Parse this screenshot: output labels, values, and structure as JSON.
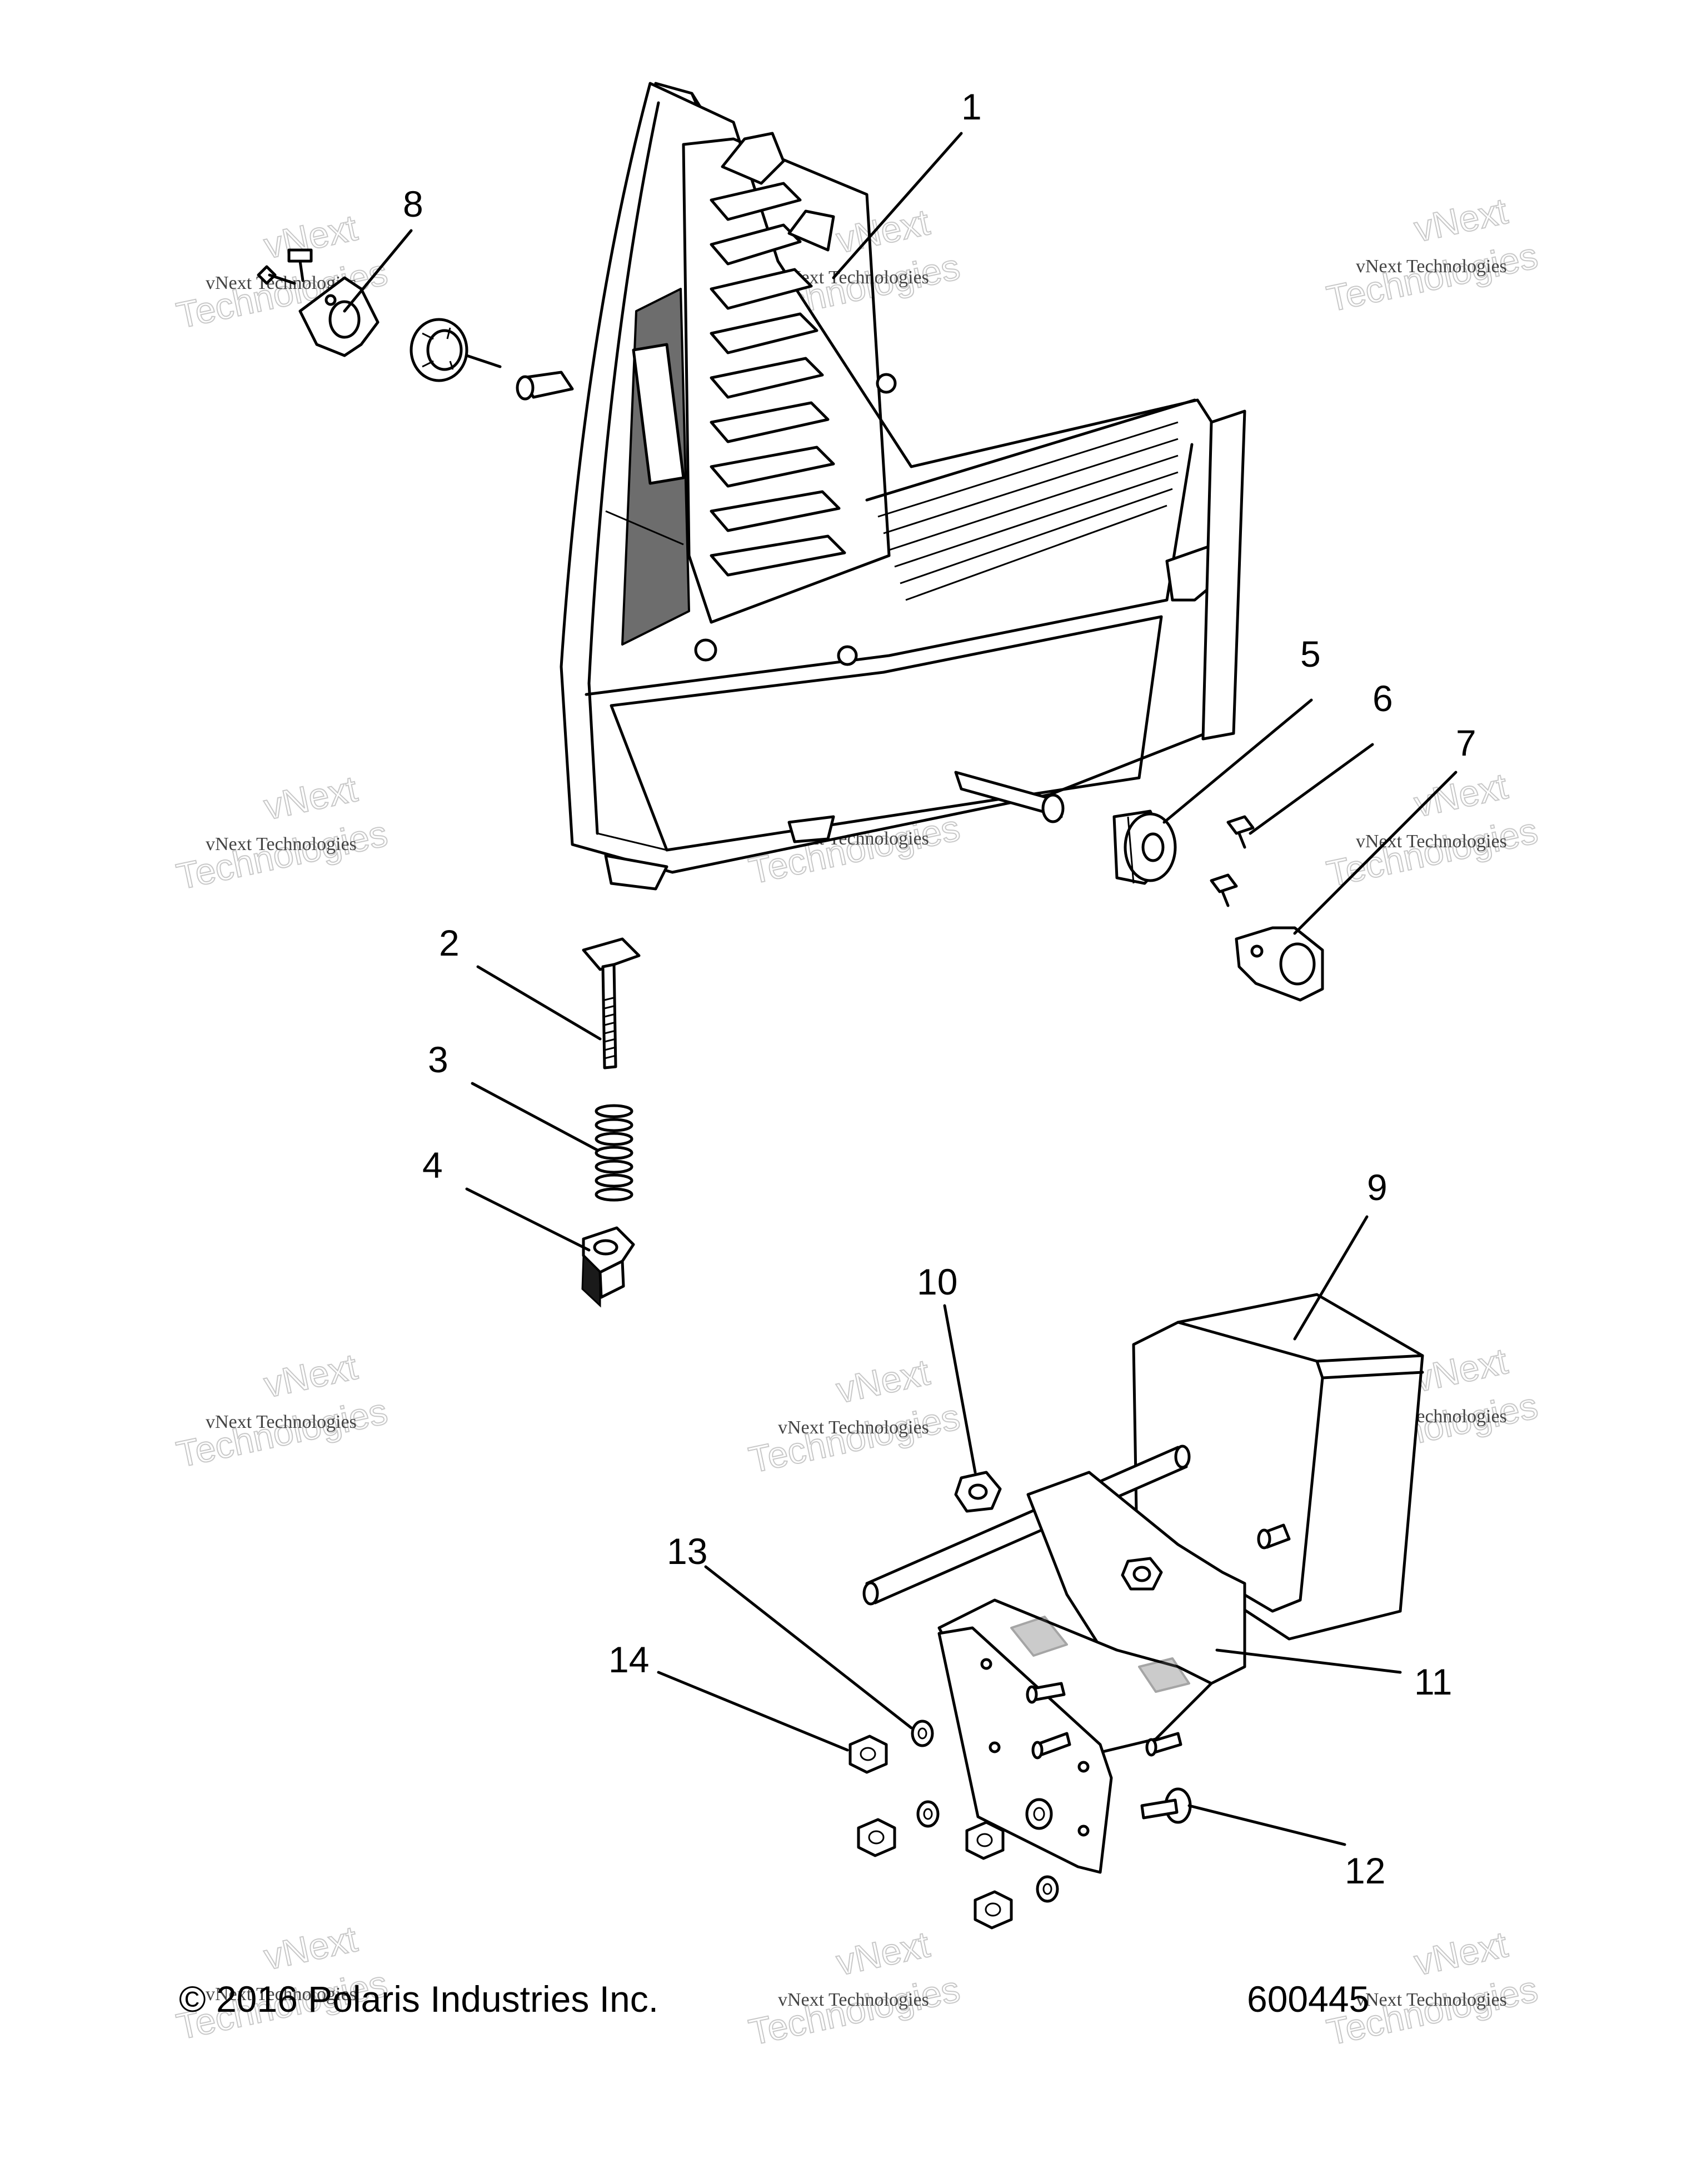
{
  "callouts": [
    {
      "label": "1"
    },
    {
      "label": "2"
    },
    {
      "label": "3"
    },
    {
      "label": "4"
    },
    {
      "label": "5"
    },
    {
      "label": "6"
    },
    {
      "label": "7"
    },
    {
      "label": "8"
    },
    {
      "label": "9"
    },
    {
      "label": "10"
    },
    {
      "label": "11"
    },
    {
      "label": "12"
    },
    {
      "label": "13"
    },
    {
      "label": "14"
    }
  ],
  "watermark": {
    "line1": "vNext Technologies",
    "ghost": "vNext",
    "ghost2": "Technologies"
  },
  "footer": {
    "copyright": "© 2016 Polaris Industries Inc.",
    "figure_number": "600445"
  }
}
